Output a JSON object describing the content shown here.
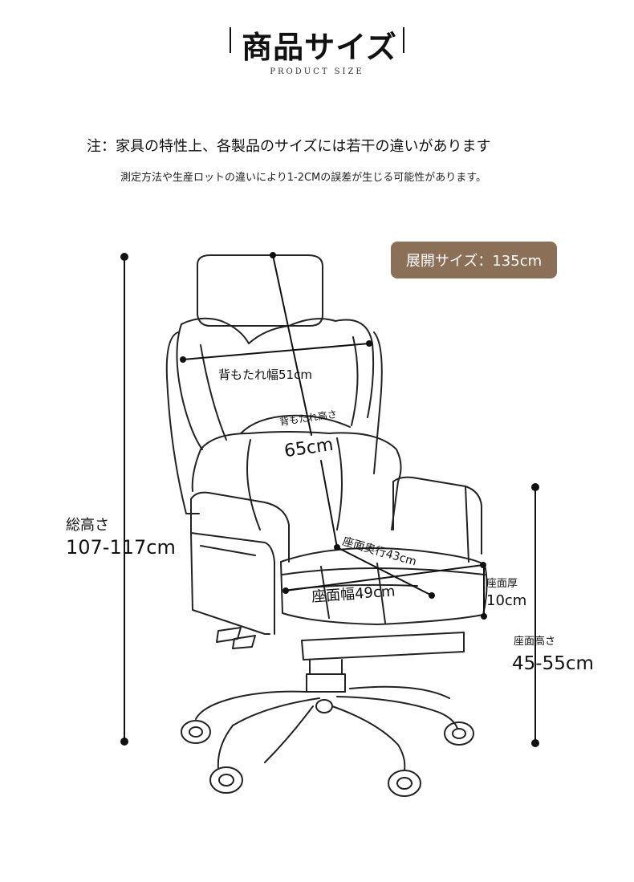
{
  "header": {
    "title": "商品サイズ",
    "subtitle": "PRODUCT SIZE"
  },
  "notes": {
    "line1": "注：家具の特性上、各製品のサイズには若干の違いがあります",
    "line2": "測定方法や生産ロットの違いにより1-2CMの誤差が生じる可能性があります。"
  },
  "badge": {
    "text": "展開サイズ：135cm",
    "color": "#8b6f56"
  },
  "dimensions": {
    "total_height_label": "総高さ",
    "total_height_value": "107-117cm",
    "backrest_width": "背もたれ幅51cm",
    "backrest_height_label": "背もたれ高さ",
    "backrest_height_value": "65cm",
    "seat_depth": "座面奥行43cm",
    "seat_width": "座面幅49cm",
    "seat_thickness_label": "座面厚",
    "seat_thickness_value": "10cm",
    "seat_height_label": "座面高さ",
    "seat_height_value": "45-55cm"
  },
  "image": {
    "subject": "chair-line-drawing"
  }
}
